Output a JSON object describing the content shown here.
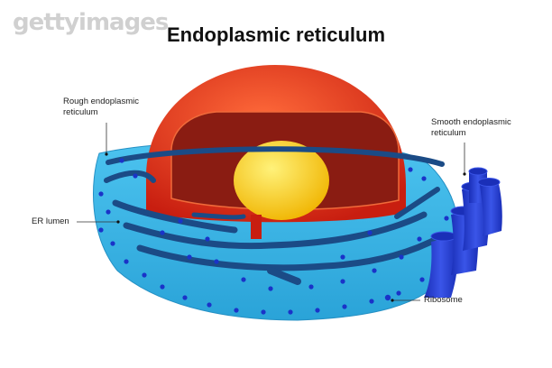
{
  "watermark": "gettyimages",
  "title": "Endoplasmic reticulum",
  "labels": {
    "rough_er_line1": "Rough endoplasmic",
    "rough_er_line2": "reticulum",
    "smooth_er_line1": "Smooth endoplasmic",
    "smooth_er_line2": "reticulum",
    "er_lumen": "ER lumen",
    "ribosome": "Ribosome"
  },
  "colors": {
    "er_body": "#3cb6e6",
    "lumen": "#1b4b86",
    "ribosome": "#1a33c8",
    "nucleus_envelope": "#e8321f",
    "nucleus_inner": "#8a1c12",
    "nucleolus": "#f5d21c",
    "smooth_er": "#1f37c9"
  }
}
